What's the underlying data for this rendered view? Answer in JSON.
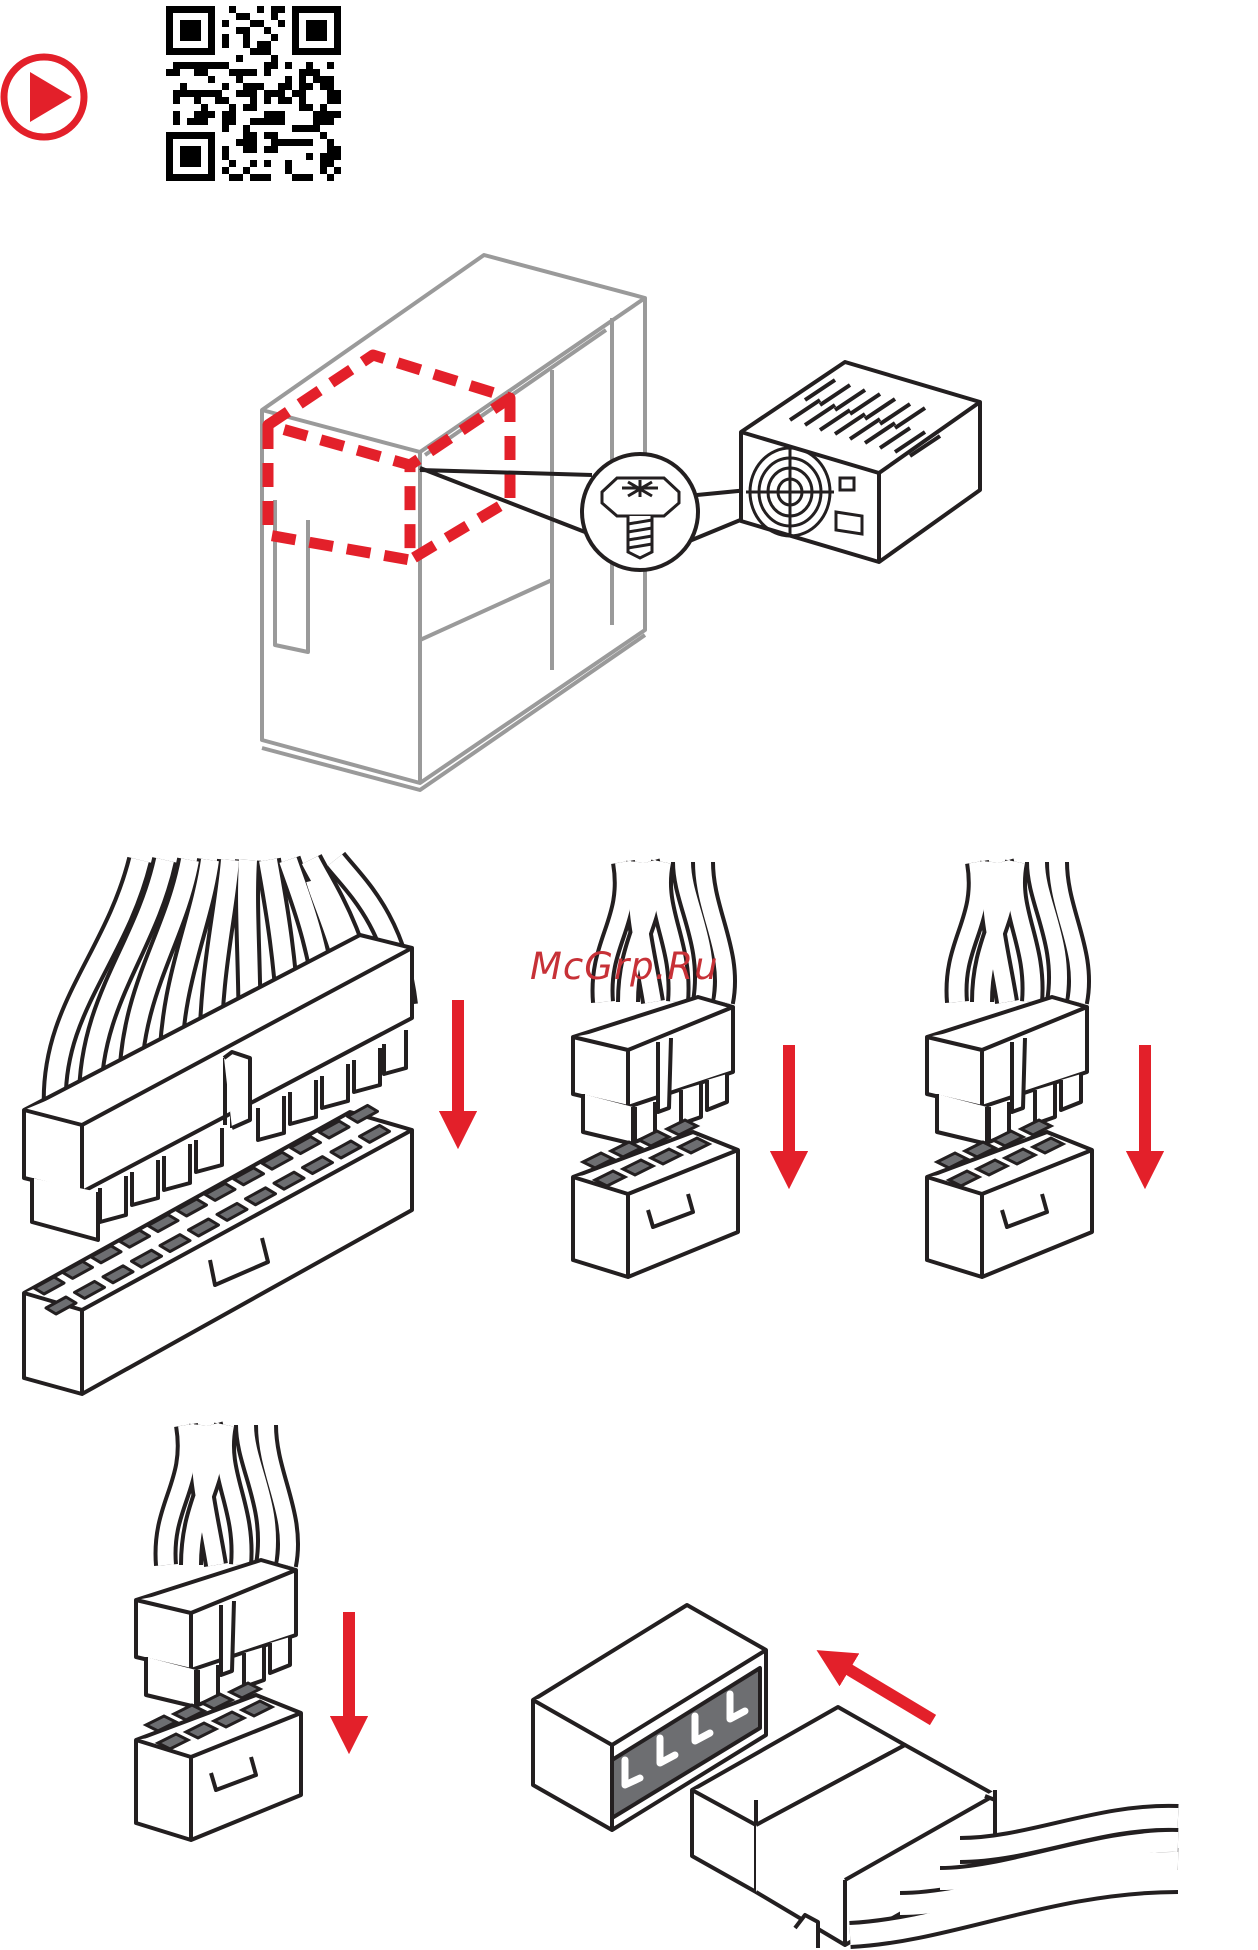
{
  "page": {
    "background": "#ffffff"
  },
  "colors": {
    "accent_red": "#e3202a",
    "line_dark": "#231f20",
    "line_grey": "#9a9a9a",
    "pin_fill": "#6d6e71",
    "watermark": "#c73137"
  },
  "icons": {
    "play": "play-circle-icon",
    "qr": "qr-code-icon"
  },
  "watermark": {
    "text": "McGrp.Ru"
  },
  "illustrations": [
    "psu-install-into-case",
    "atx-24pin-power-connector",
    "cpu-8pin-power-connector-a",
    "cpu-8pin-power-connector-b",
    "pcie-8pin-power-connector",
    "molex-4pin-power-connector"
  ]
}
